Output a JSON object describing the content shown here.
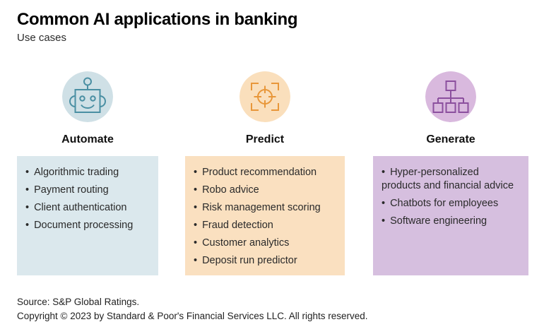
{
  "header": {
    "title": "Common AI applications in banking",
    "subtitle": "Use cases"
  },
  "colors": {
    "panel_automate": "#dbe8ed",
    "panel_predict": "#fae0c0",
    "panel_generate": "#d6bfdf",
    "icon_circle_automate": "#cfe0e6",
    "icon_circle_predict": "#fadfbc",
    "icon_circle_generate": "#d9b9de",
    "icon_stroke_automate": "#4a8fa3",
    "icon_stroke_predict": "#e8973a",
    "icon_stroke_generate": "#8b4f9e",
    "background": "#ffffff",
    "text": "#1a1a1a"
  },
  "columns": [
    {
      "id": "automate",
      "heading": "Automate",
      "icon": "robot-head-icon",
      "bullets": [
        "Algorithmic trading",
        "Payment routing",
        "Client authentication",
        "Document processing"
      ]
    },
    {
      "id": "predict",
      "heading": "Predict",
      "icon": "target-crosshair-icon",
      "bullets": [
        "Product recommendation",
        "Robo advice",
        "Risk management scoring",
        "Fraud detection",
        "Customer analytics",
        "Deposit run predictor"
      ]
    },
    {
      "id": "generate",
      "heading": "Generate",
      "icon": "hierarchy-tree-icon",
      "bullets": [
        "Hyper-personalized products and financial advice",
        "Chatbots for employees",
        "Software engineering"
      ]
    }
  ],
  "footer": {
    "source": "Source: S&P Global Ratings.",
    "copyright": "Copyright © 2023 by Standard & Poor's Financial Services LLC. All rights reserved."
  }
}
